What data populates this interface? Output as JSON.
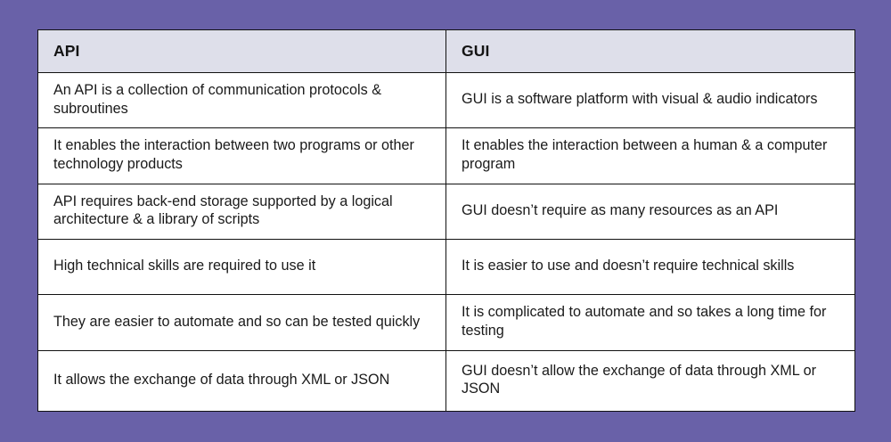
{
  "theme": {
    "background_color": "#6961a8",
    "header_cell_color": "#dedfea",
    "cell_background_color": "#ffffff",
    "border_color": "#111111",
    "text_color": "#1a1a1a"
  },
  "table": {
    "columns": [
      {
        "key": "api",
        "header": "API"
      },
      {
        "key": "gui",
        "header": "GUI"
      }
    ],
    "rows": [
      {
        "api": "An API is a collection of communication protocols & subroutines",
        "gui": "GUI is a software platform with visual & audio indicators"
      },
      {
        "api": "It enables the interaction between two programs or other technology products",
        "gui": "It enables the interaction between a human & a computer program"
      },
      {
        "api": "API requires back-end storage supported by a logical architecture & a library of scripts",
        "gui": "GUI doesn’t require as many resources as an API"
      },
      {
        "api": "High technical skills are required to use it",
        "gui": "It is easier to use and doesn’t require technical skills"
      },
      {
        "api": "They are easier to automate and so can be tested quickly",
        "gui": "It is complicated to automate and so takes a long time for testing"
      },
      {
        "api": "It allows the exchange of data through XML or JSON",
        "gui": "GUI doesn’t allow the exchange of data through XML or JSON"
      }
    ]
  }
}
